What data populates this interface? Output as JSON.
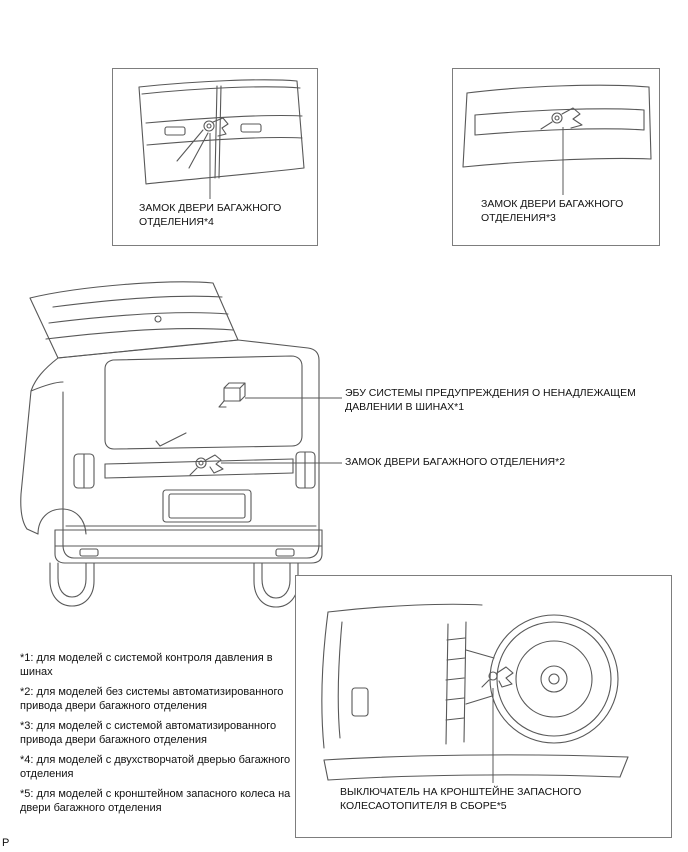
{
  "page": {
    "corner_letter": "P"
  },
  "figures": {
    "top_left": {
      "label_lines": [
        "ЗАМОК ДВЕРИ БАГАЖНОГО",
        "ОТДЕЛЕНИЯ*4"
      ]
    },
    "top_right": {
      "label_lines": [
        "ЗАМОК ДВЕРИ БАГАЖНОГО",
        "ОТДЕЛЕНИЯ*3"
      ]
    },
    "main": {
      "callouts": [
        {
          "lines": [
            "ЭБУ СИСТЕМЫ ПРЕДУПРЕЖДЕНИЯ О НЕНАДЛЕЖАЩЕМ",
            "ДАВЛЕНИИ В ШИНАХ*1"
          ]
        },
        {
          "lines": [
            "ЗАМОК ДВЕРИ БАГАЖНОГО ОТДЕЛЕНИЯ*2"
          ]
        }
      ]
    },
    "bottom_right": {
      "label_lines": [
        "ВЫКЛЮЧАТЕЛЬ НА КРОНШТЕЙНЕ ЗАПАСНОГО",
        "КОЛЕСАОТОПИТЕЛЯ В СБОРЕ*5"
      ]
    }
  },
  "footnotes": [
    "*1: для моделей с системой контроля давления в шинах",
    "*2: для моделей без системы автоматизированного привода двери багажного отделения",
    "*3: для моделей с системой автоматизированного привода двери багажного отделения",
    "*4: для моделей с двухстворчатой дверью багажного отделения",
    "*5: для моделей с кронштейном запасного колеса на двери багажного отделения"
  ]
}
